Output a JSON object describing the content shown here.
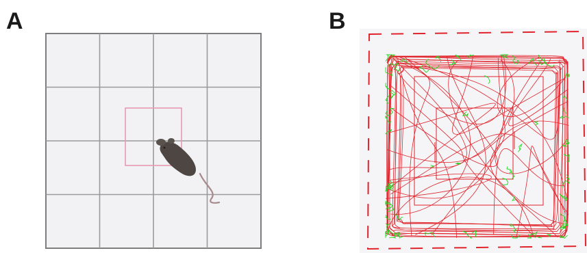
{
  "panels": {
    "a": {
      "label": "A"
    },
    "b": {
      "label": "B"
    }
  },
  "open_field": {
    "grid_rows": 4,
    "grid_cols": 4,
    "arena_fill": "#f2f2f4",
    "grid_color": "#9a9a9a",
    "center_zone_color": "#e79ab0",
    "mouse_color": "#4d4642",
    "tail_color": "#a88a8a"
  },
  "track": {
    "track_color": "#e0232b",
    "rest_color": "#20d820",
    "arena_fill": "#f5f5f7"
  }
}
